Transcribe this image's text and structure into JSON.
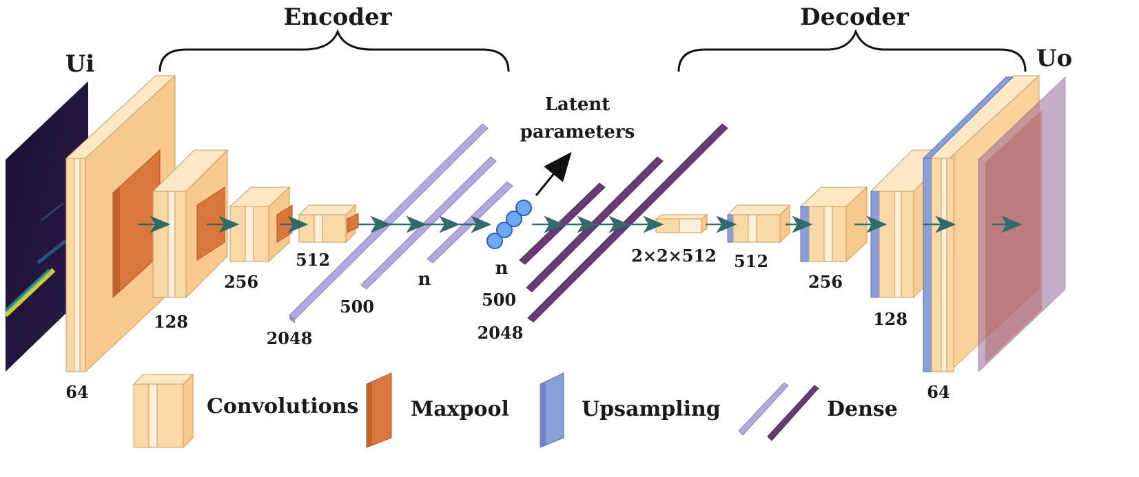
{
  "titles": {
    "encoder": "Encoder",
    "decoder": "Decoder"
  },
  "io": {
    "input": "Ui",
    "output": "Uo"
  },
  "latent": {
    "line1": "Latent",
    "line2": "parameters"
  },
  "encoder_labels": {
    "c64": "64",
    "c128": "128",
    "c256": "256",
    "c512": "512",
    "d2048": "2048",
    "d500": "500",
    "dn": "n"
  },
  "bottleneck": {
    "n": "n",
    "d500": "500",
    "d2048": "2048",
    "reshape": "2×2×512"
  },
  "decoder_labels": {
    "c512": "512",
    "c256": "256",
    "c128": "128",
    "c64": "64"
  },
  "legend": {
    "conv": "Convolutions",
    "maxpool": "Maxpool",
    "upsampling": "Upsampling",
    "dense": "Dense"
  },
  "colors": {
    "conv_front": "#fbd9a6",
    "conv_side": "#f5c68a",
    "conv_light": "#fdeccf",
    "maxpool": "#d9773c",
    "upsampling": "#8a9fd8",
    "dense_encoder": "#b3a9e0",
    "dense_decoder": "#6a3a78",
    "latent_node": "#6fa8f5",
    "arrow": "#2f6b6b",
    "output_overlay": "#9a6a9a",
    "input_bg": "#24143f"
  }
}
